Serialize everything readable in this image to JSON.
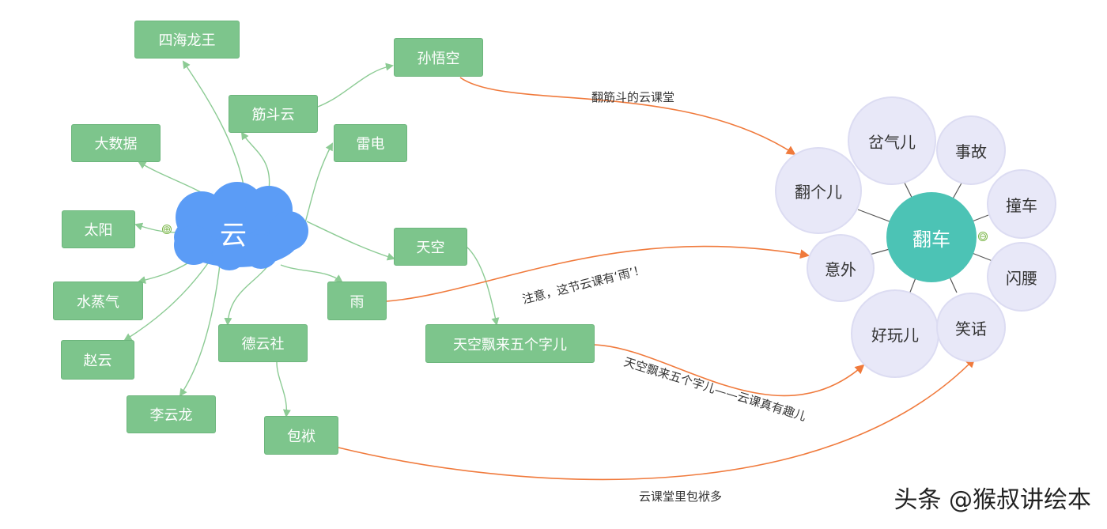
{
  "central_topic": {
    "label": "云",
    "color": "#5b9cf6"
  },
  "branches": [
    {
      "id": "sihailongwang",
      "label": "四海龙王"
    },
    {
      "id": "sunwukong",
      "label": "孙悟空"
    },
    {
      "id": "jindouyun",
      "label": "筋斗云"
    },
    {
      "id": "dashuju",
      "label": "大数据"
    },
    {
      "id": "leidian",
      "label": "雷电"
    },
    {
      "id": "taiyang",
      "label": "太阳"
    },
    {
      "id": "tiankong",
      "label": "天空"
    },
    {
      "id": "shuizhengqi",
      "label": "水蒸气"
    },
    {
      "id": "yu",
      "label": "雨"
    },
    {
      "id": "tiankong5",
      "label": "天空飘来五个字儿"
    },
    {
      "id": "zhaoyun",
      "label": "赵云"
    },
    {
      "id": "deyunshe",
      "label": "德云社"
    },
    {
      "id": "liyunlong",
      "label": "李云龙"
    },
    {
      "id": "baofu",
      "label": "包袱"
    }
  ],
  "bubble_center": {
    "label": "翻车",
    "color": "#4cc3b5"
  },
  "bubbles": [
    {
      "id": "chaqier",
      "label": "岔气儿"
    },
    {
      "id": "shigu",
      "label": "事故"
    },
    {
      "id": "fangeer",
      "label": "翻个儿"
    },
    {
      "id": "zhuangche",
      "label": "撞车"
    },
    {
      "id": "yiwai",
      "label": "意外"
    },
    {
      "id": "shanyao",
      "label": "闪腰"
    },
    {
      "id": "haowaner",
      "label": "好玩儿"
    },
    {
      "id": "xiaohua",
      "label": "笑话"
    }
  ],
  "relationships": [
    {
      "id": "r1",
      "label": "翻筋斗的云课堂"
    },
    {
      "id": "r2",
      "label": "注意，这节云课有‘雨’！"
    },
    {
      "id": "r3",
      "label": "天空飘来五个字儿——云课真有趣儿"
    },
    {
      "id": "r4",
      "label": "云课堂里包袱多"
    }
  ],
  "toggles": {
    "collapse_left": "⊕",
    "collapse_right": "⊖"
  },
  "colors": {
    "node_green": "#7dc58c",
    "connector_green": "#8ccb94",
    "relationship_orange": "#f07a3c",
    "bubble_fill": "#e8e8f8"
  },
  "watermark": "头条 @猴叔讲绘本"
}
